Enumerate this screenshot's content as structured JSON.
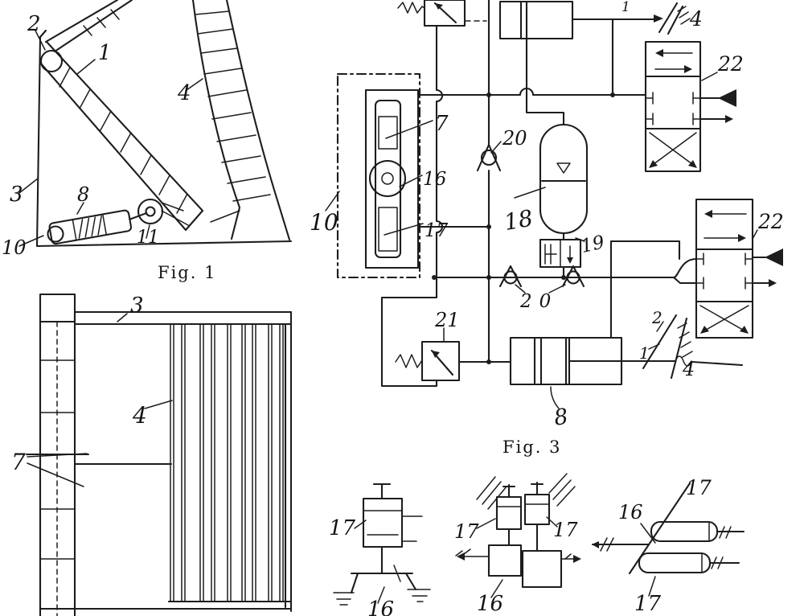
{
  "document": {
    "type": "patent drawing sheet (scanned)",
    "ink_color": "#1d1d1d",
    "background_color": "#ffffff"
  },
  "fig1": {
    "caption": "Fig. 1",
    "labels": {
      "part1": "1",
      "part2": "2",
      "part3": "3",
      "part4": "4",
      "part8": "8",
      "part10": "10",
      "part11": "11"
    }
  },
  "fig2": {
    "labels": {
      "part3": "3",
      "part4": "4",
      "part7": "7"
    }
  },
  "fig3": {
    "caption": "Fig. 3",
    "labels": {
      "part7": "7",
      "part8": "8",
      "part10": "10",
      "part16": "16",
      "part17": "17",
      "part18": "18",
      "part19": "19",
      "part20_top": "20",
      "part20_pair": "20",
      "part21": "21",
      "part22_upper": "22",
      "part22_lower": "22",
      "anvil_top_1": "1",
      "anvil_top_4": "4",
      "anvil_bottom_2": "2",
      "anvil_bottom_1": "1",
      "anvil_bottom_4": "4"
    }
  },
  "fig4": {
    "sketch_a": {
      "part17": "17",
      "part16": "16"
    },
    "sketch_b": {
      "part17_left": "17",
      "part17_right": "17",
      "part16": "16"
    },
    "sketch_c": {
      "part17_top": "17",
      "part16": "16",
      "part17_bottom": "17"
    }
  }
}
